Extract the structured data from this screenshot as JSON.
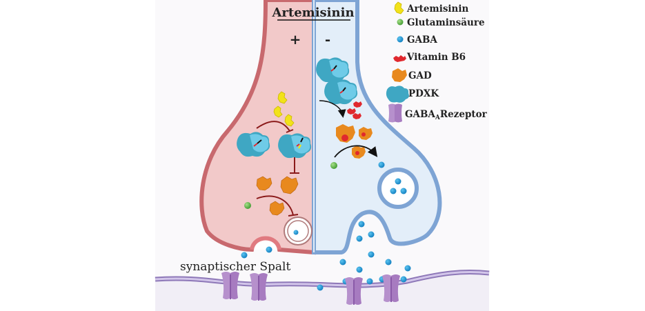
{
  "title": "Artemisinin",
  "sign_plus": "+",
  "sign_minus": "-",
  "cleft_label": "synaptischer Spalt",
  "legend": [
    {
      "icon": "artemisinin-icon",
      "label": "Artemisinin",
      "color": "#f2e21a"
    },
    {
      "icon": "glutamate-icon",
      "label": "Glutaminsäure",
      "color": "#6abf4b"
    },
    {
      "icon": "gaba-icon",
      "label": "GABA",
      "color": "#1a8fd0"
    },
    {
      "icon": "vitamin-b6-icon",
      "label": "Vitamin B6",
      "color": "#e0282e"
    },
    {
      "icon": "gad-icon",
      "label": "GAD",
      "color": "#e8891e"
    },
    {
      "icon": "pdxk-icon",
      "label": "PDXK",
      "color": "#3bb3d8"
    },
    {
      "icon": "gaba-a-receptor-icon",
      "label": "GABA",
      "label_sub": "A",
      "label_suffix": "Rezeptor",
      "color": "#a77bc0"
    }
  ],
  "colors": {
    "left_terminal_fill": "#f2c9c9",
    "left_membrane": "#c8696e",
    "right_terminal_fill": "#e3eef9",
    "right_membrane": "#7ea4d4",
    "postsynaptic_membrane": "#a894cc",
    "inhibit_arrow": "#8b1a1a"
  }
}
